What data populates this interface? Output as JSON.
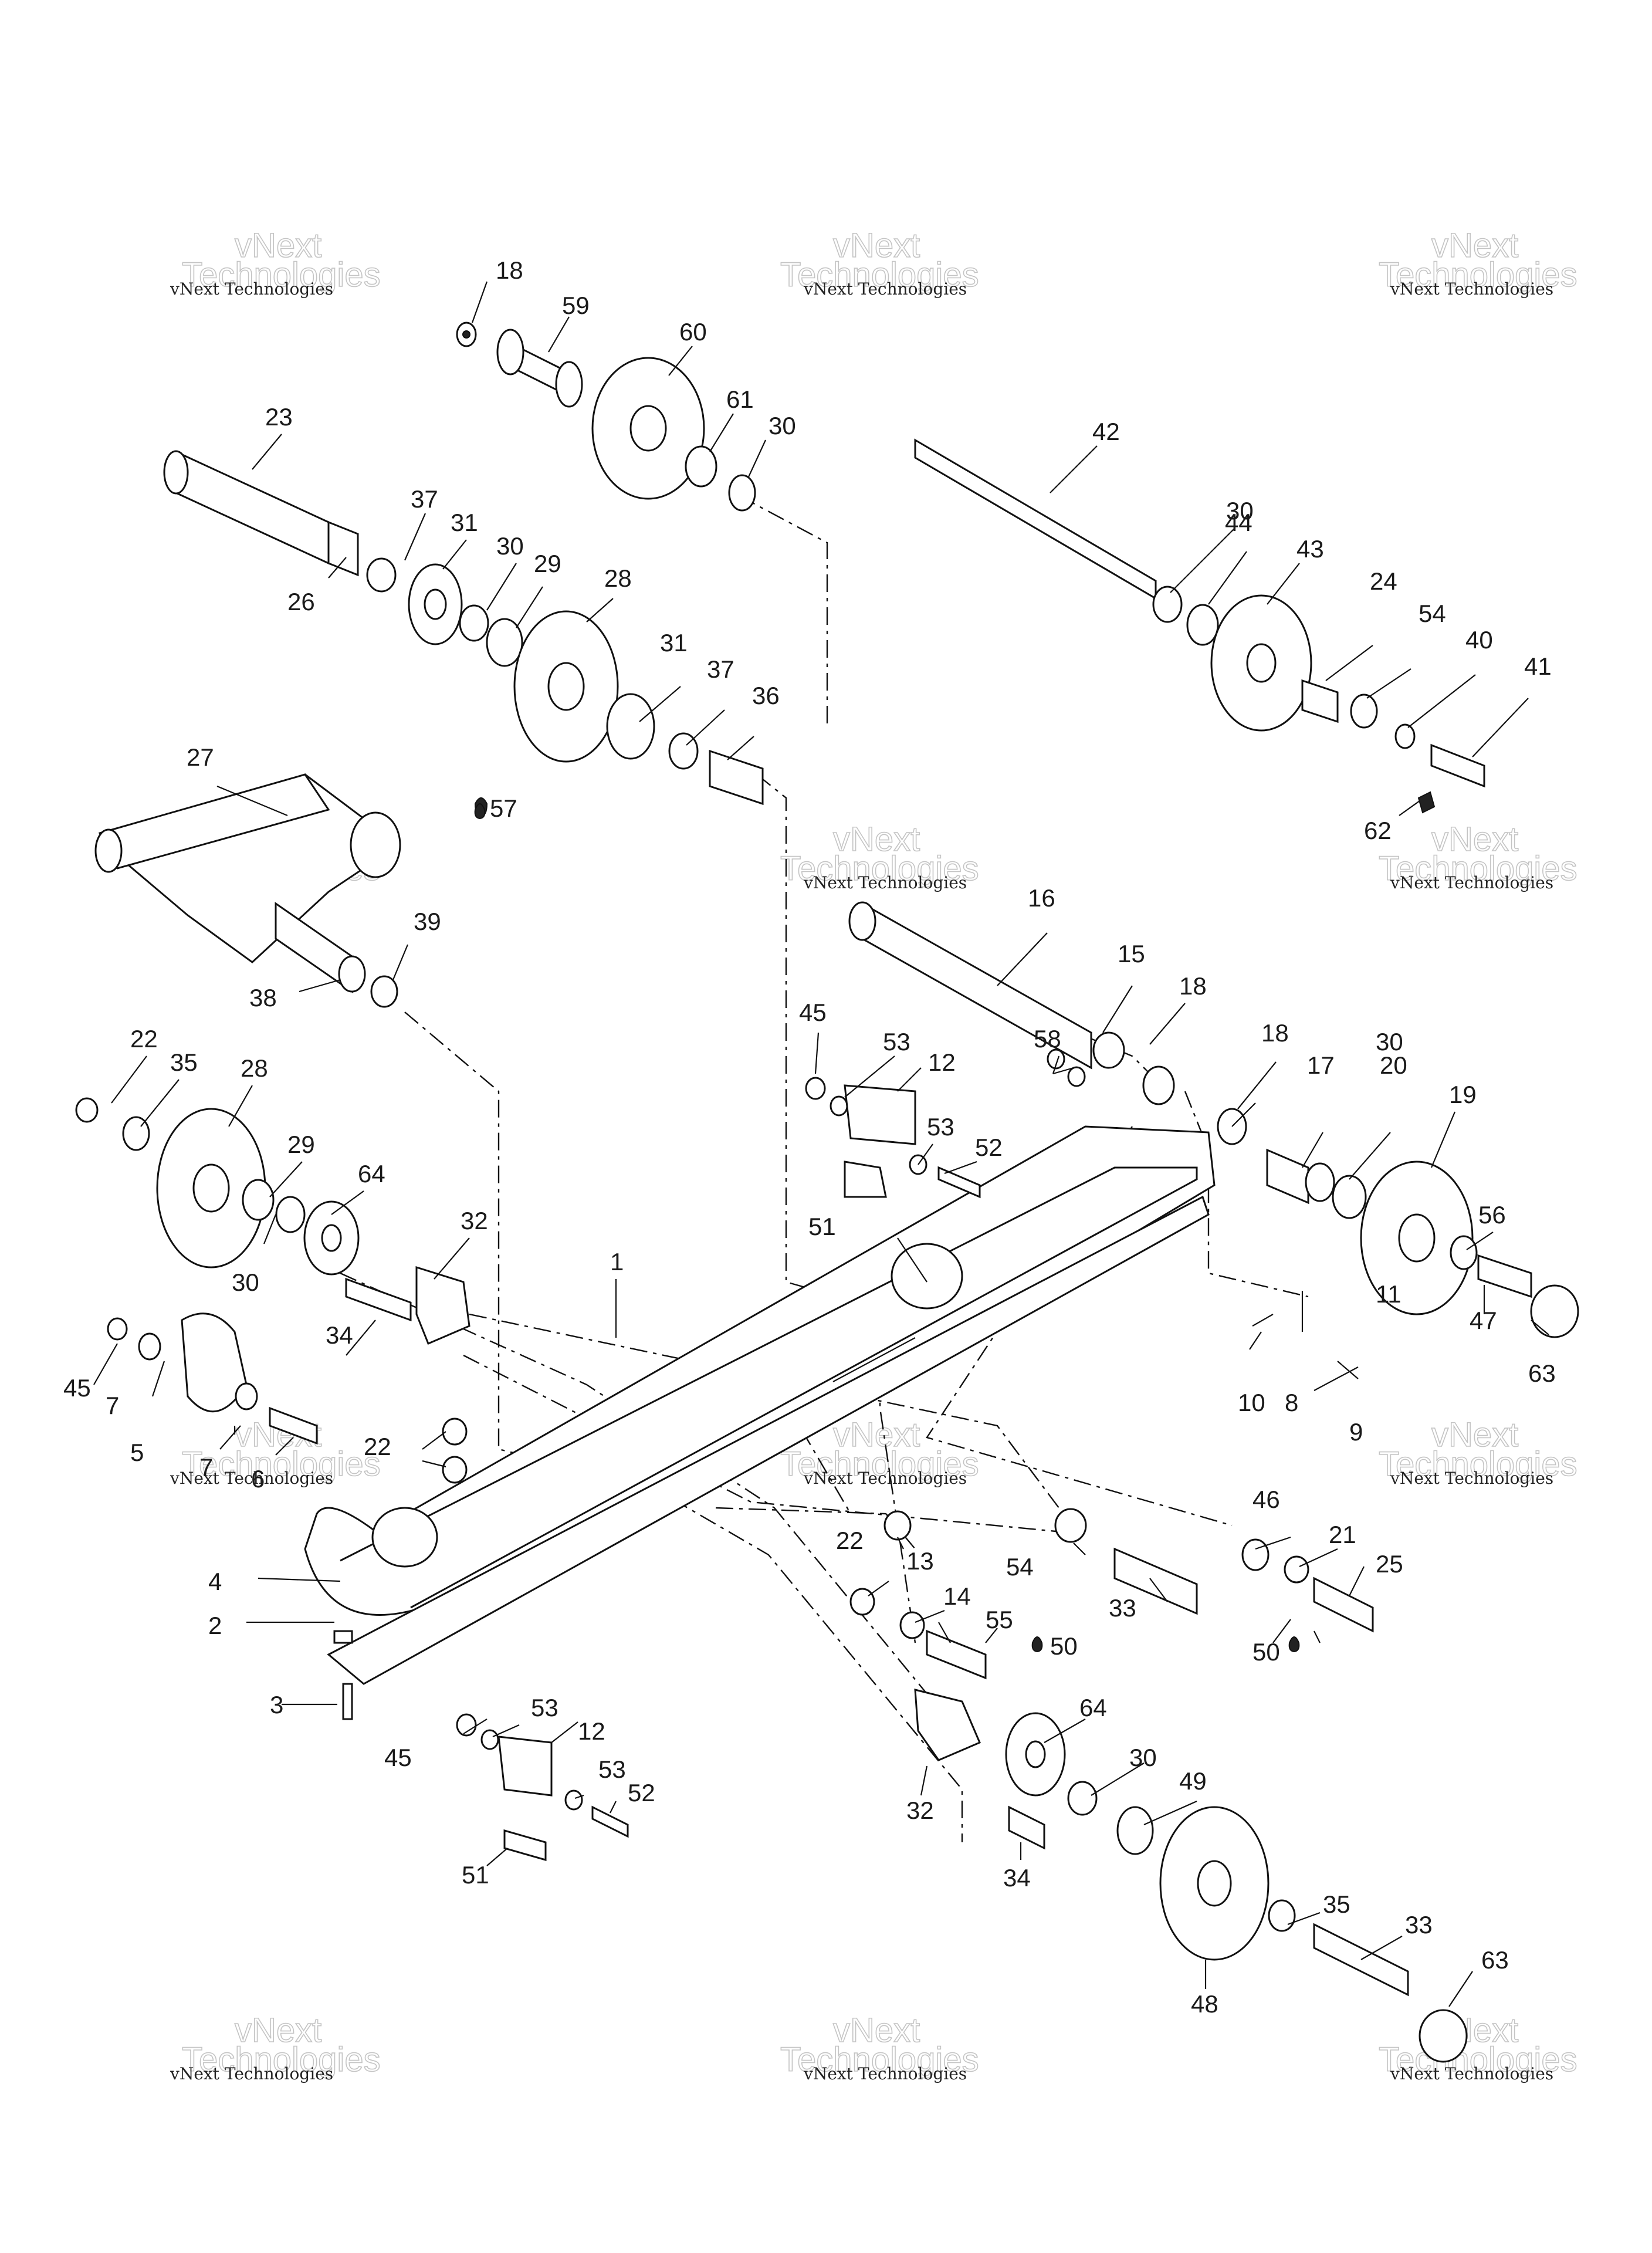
{
  "watermark": {
    "line1": "vNext",
    "line2": "Technologies",
    "caption": "vNext Technologies"
  },
  "labels": {
    "18": "18",
    "59": "59",
    "60": "60",
    "61": "61",
    "30": "30",
    "42": "42",
    "23": "23",
    "37": "37",
    "31": "31",
    "29": "29",
    "28": "28",
    "26": "26",
    "44": "44",
    "43": "43",
    "24": "24",
    "54": "54",
    "40": "40",
    "41": "41",
    "36": "36",
    "62": "62",
    "27": "27",
    "57": "57",
    "16": "16",
    "15": "15",
    "39": "39",
    "38": "38",
    "45": "45",
    "53": "53",
    "12": "12",
    "58": "58",
    "17": "17",
    "20": "20",
    "19": "19",
    "22": "22",
    "35": "35",
    "52": "52",
    "64": "64",
    "51": "51",
    "56": "56",
    "32": "32",
    "1": "1",
    "11": "11",
    "34": "34",
    "47": "47",
    "63": "63",
    "7": "7",
    "5": "5",
    "10": "10",
    "8": "8",
    "9": "9",
    "6": "6",
    "46": "46",
    "21": "21",
    "25": "25",
    "4": "4",
    "13": "13",
    "14": "14",
    "33": "33",
    "2": "2",
    "55": "55",
    "50": "50",
    "3": "3",
    "49": "49",
    "48": "48"
  }
}
